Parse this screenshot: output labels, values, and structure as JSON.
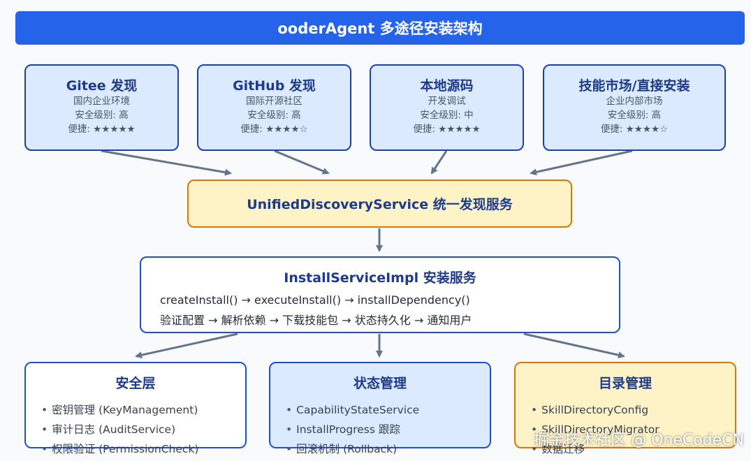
{
  "title": "ooderAgent 多途径安装架构",
  "sources": [
    {
      "title": "Gitee 发现",
      "desc": "国内企业环境",
      "security": "安全级别: 高",
      "convenience": "便捷: ★★★★★"
    },
    {
      "title": "GitHub 发现",
      "desc": "国际开源社区",
      "security": "安全级别: 高",
      "convenience": "便捷: ★★★★☆"
    },
    {
      "title": "本地源码",
      "desc": "开发调试",
      "security": "安全级别: 中",
      "convenience": "便捷: ★★★★★"
    },
    {
      "title": "技能市场/直接安装",
      "desc": "企业内部市场",
      "security": "安全级别: 高",
      "convenience": "便捷: ★★★★☆"
    }
  ],
  "unified": {
    "title": "UnifiedDiscoveryService 统一发现服务"
  },
  "install": {
    "title": "InstallServiceImpl 安装服务",
    "line1": "createInstall() → executeInstall() → installDependency()",
    "line2": "验证配置 → 解析依赖 → 下载技能包 → 状态持久化 → 通知用户"
  },
  "bottom": [
    {
      "title": "安全层",
      "items": [
        "密钥管理 (KeyManagement)",
        "审计日志 (AuditService)",
        "权限验证 (PermissionCheck)"
      ]
    },
    {
      "title": "状态管理",
      "items": [
        "CapabilityStateService",
        "InstallProgress 跟踪",
        "回滚机制 (Rollback)"
      ]
    },
    {
      "title": "目录管理",
      "items": [
        "SkillDirectoryConfig",
        "SkillDirectoryMigrator",
        "数据迁移"
      ]
    }
  ],
  "watermark": "掘金技术社区 @ OneCodeCN",
  "colors": {
    "banner": "#2563eb",
    "blue_fill": "#dbeafe",
    "blue_border": "#1e40af",
    "amber_fill": "#fef3c7",
    "amber_border": "#d97706",
    "arrow": "#64748b"
  }
}
